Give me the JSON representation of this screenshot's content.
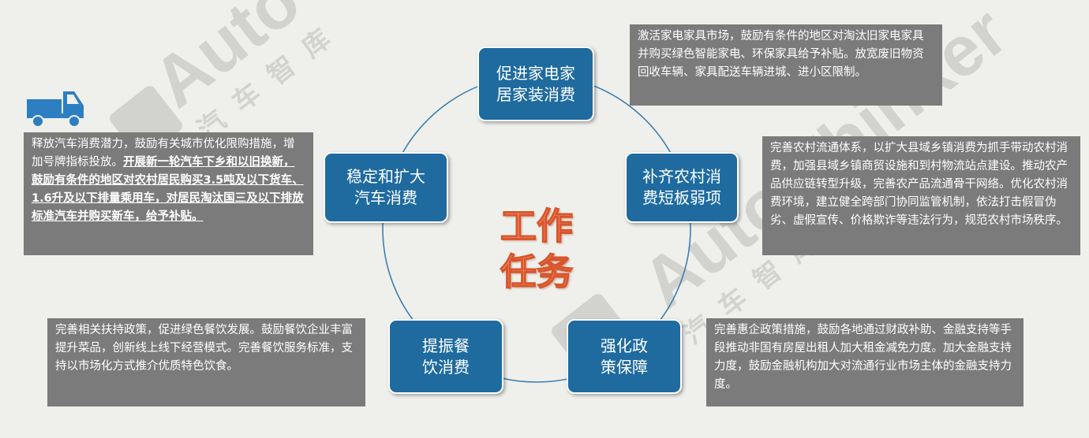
{
  "center_title": {
    "line1": "工作",
    "line2": "任务"
  },
  "nodes": {
    "top": {
      "line1": "促进家电家",
      "line2": "居家装消费"
    },
    "right": {
      "line1": "补齐农村消",
      "line2": "费短板弱项"
    },
    "bottom_right": {
      "line1": "强化政",
      "line2": "策保障"
    },
    "bottom_left": {
      "line1": "提振餐",
      "line2": "饮消费"
    },
    "left": {
      "line1": "稳定和扩大",
      "line2": "汽车消费"
    }
  },
  "descriptions": {
    "home_appliances": "激活家电家具市场，鼓励有条件的地区对淘汰旧家电家具并购买绿色智能家电、环保家具给予补贴。放宽废旧物资回收车辆、家具配送车辆进城、进小区限制。",
    "rural": "完善农村流通体系，以扩大县域乡镇消费为抓手带动农村消费，加强县域乡镇商贸设施和到村物流站点建设。推动农产品供应链转型升级，完善农产品流通骨干网络。优化农村消费环境，建立健全跨部门协同监管机制，依法打击假冒伪劣、虚假宣传、价格欺诈等违法行为，规范农村市场秩序。",
    "policy": "完善惠企政策措施，鼓励各地通过财政补助、金融支持等手段推动非国有房屋出租人加大租金减免力度。加大金融支持力度，鼓励金融机构加大对流通行业市场主体的金融支持力度。",
    "catering": "完善相关扶持政策，促进绿色餐饮发展。鼓励餐饮企业丰富提升菜品，创新线上线下经营模式。完善餐饮服务标准，支持以市场化方式推介优质特色饮食。",
    "auto_plain": "释放汽车消费潜力，鼓励有关城市优化限购措施，增加号牌指标投放。",
    "auto_bold": "开展新一轮汽车下乡和以旧换新，鼓励有条件的地区对农村居民购买3.5吨及以下货车、1.6升及以下排量乘用车，对居民淘汰国三及以下排放标准汽车并购买新车，给予补贴。"
  },
  "watermark": {
    "brand": "Auto Thinker",
    "sub": "汽车智库"
  },
  "colors": {
    "node_fill": "#1f6b9f",
    "box_fill": "#7b7b7b",
    "title_fill": "#f4a57f",
    "title_stroke": "#d9552b",
    "ring": "#3d7fb0",
    "background": "#eff0eb"
  },
  "icons": {
    "truck": "truck-icon"
  }
}
